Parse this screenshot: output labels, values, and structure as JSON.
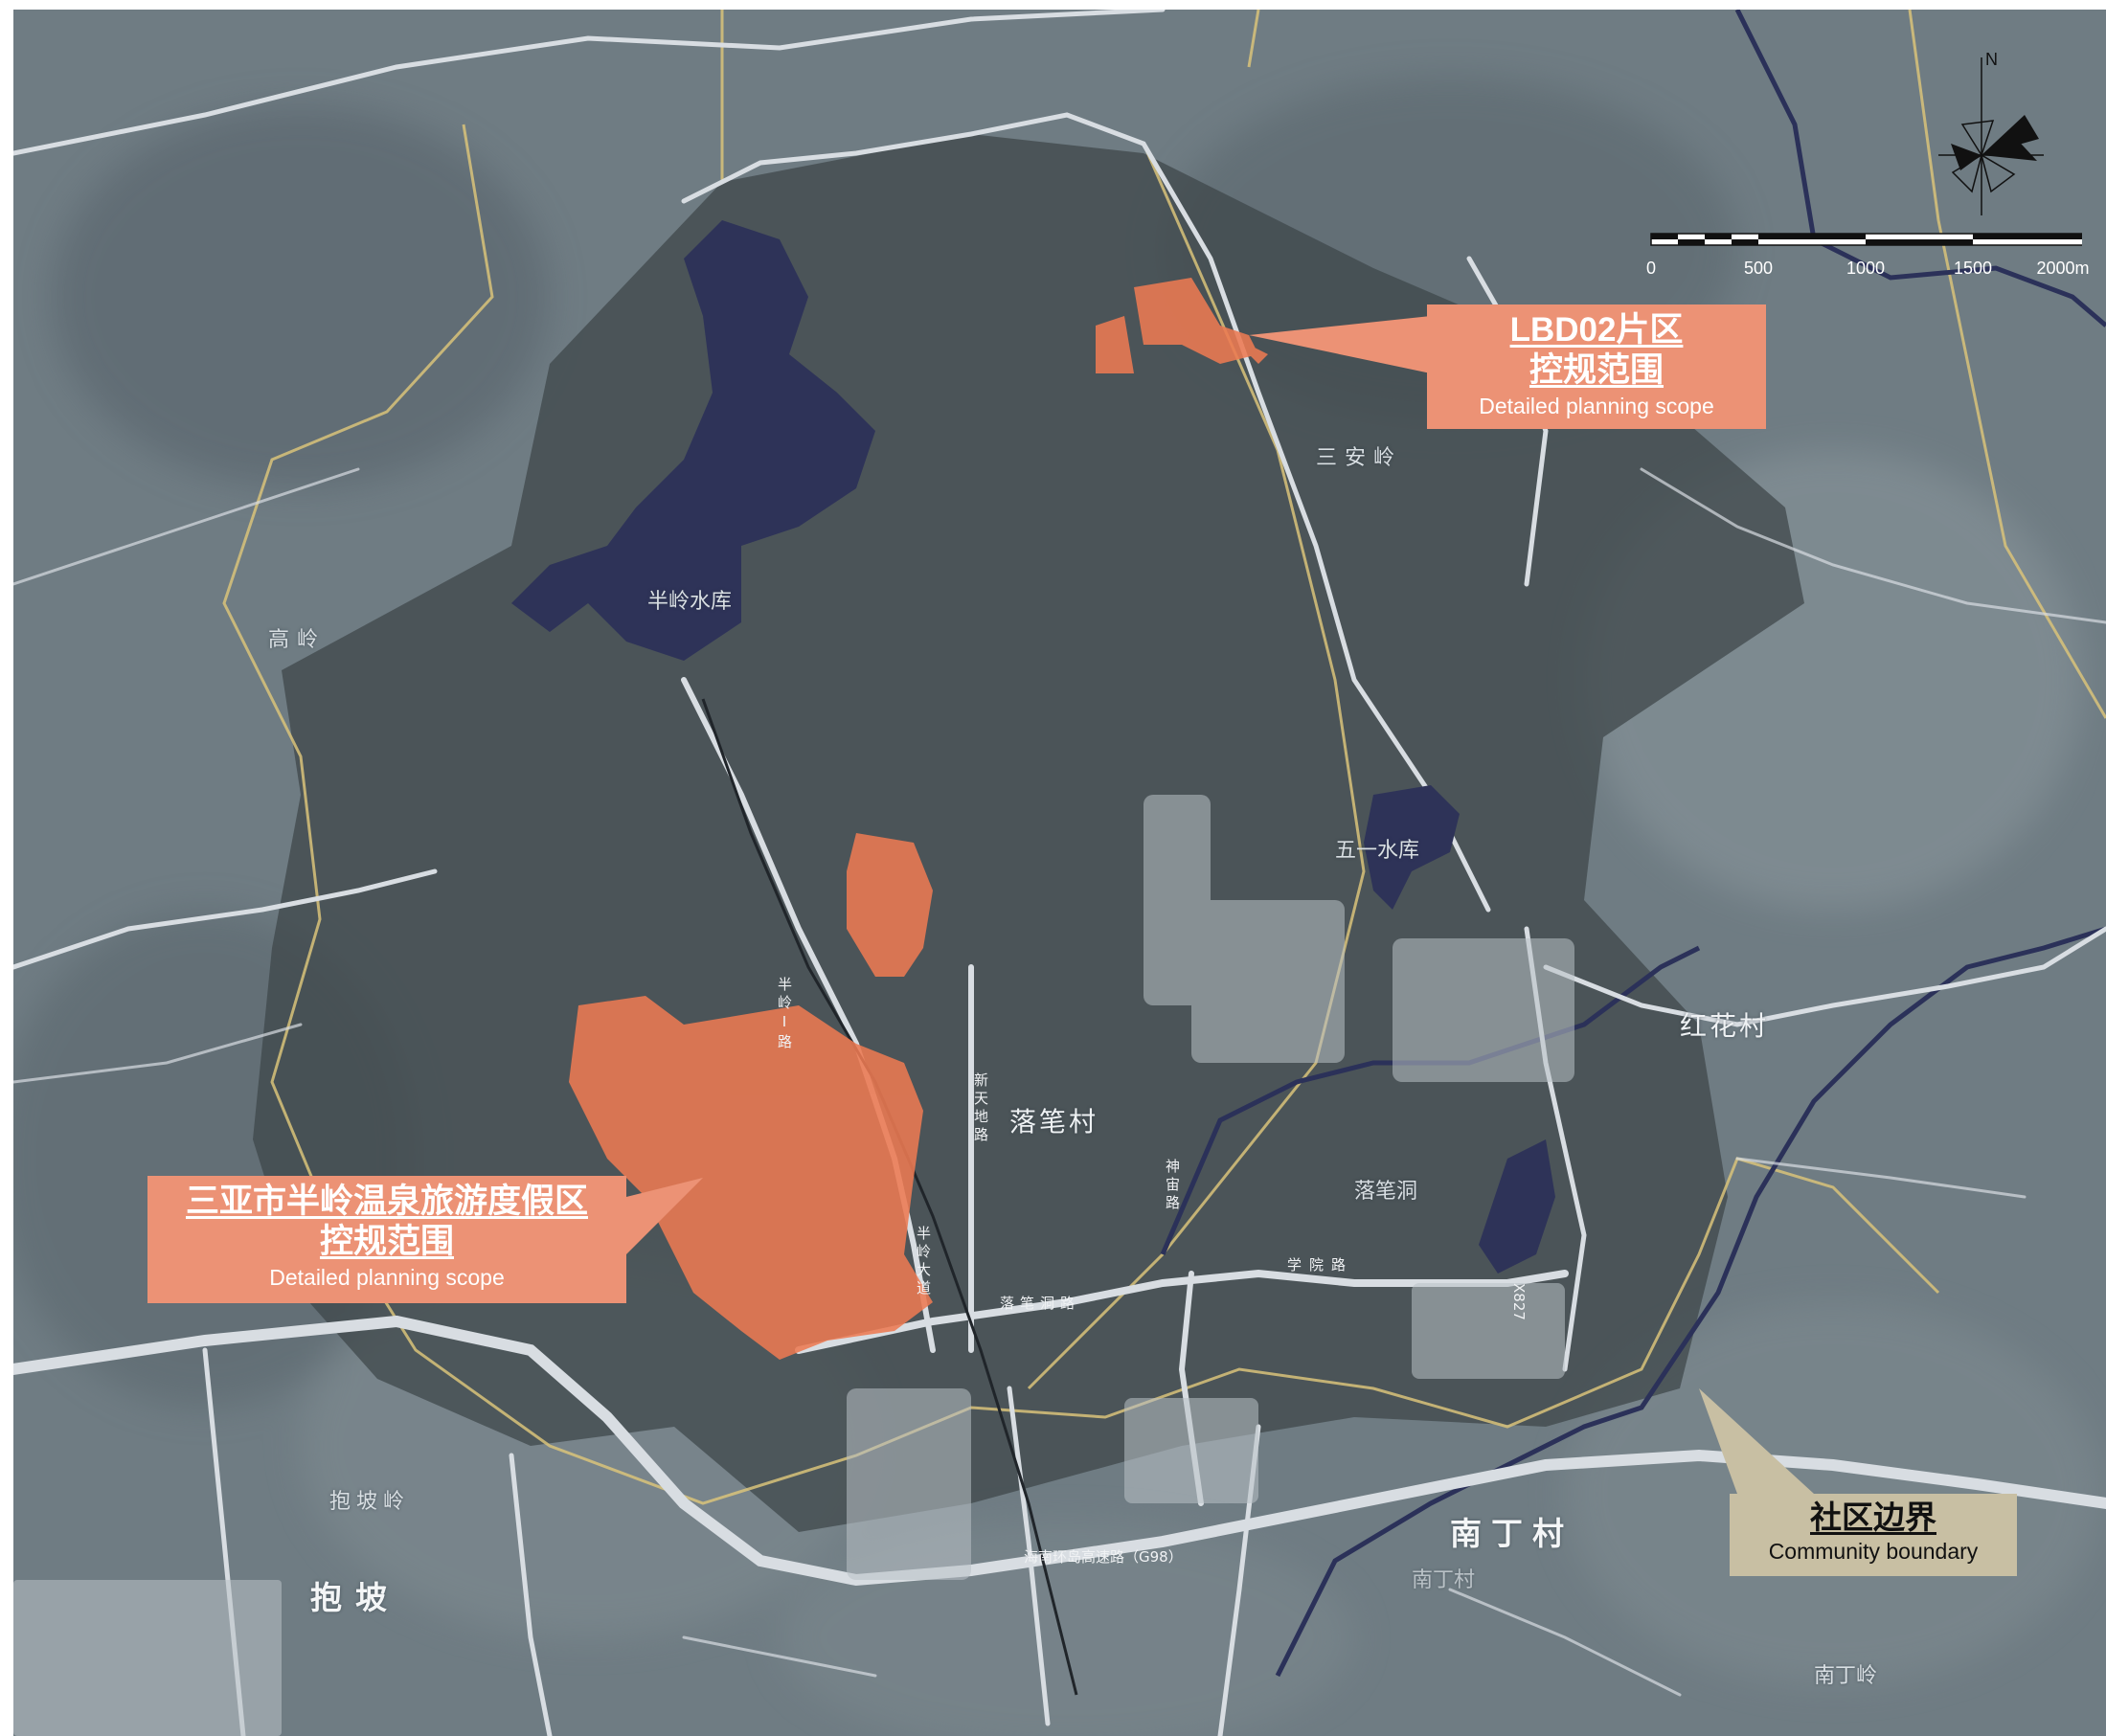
{
  "places": {
    "banling_reservoir": "半岭水库",
    "sananling": "三安岭",
    "gaoling": "高岭",
    "wuyi_reservoir": "五一水库",
    "luobi_village": "落笔村",
    "hongfa_village": "红花村",
    "luobi_cave": "落笔洞",
    "baopoling": "抱坡岭",
    "baopo": "抱坡",
    "nanding_village": "南丁村",
    "nanding_small": "南丁村",
    "nandingling": "南丁岭"
  },
  "roads": {
    "banling_1": "半岭Ⅰ路",
    "banling_avenue": "半岭大道",
    "xintian": "新天地路",
    "luobi_cave_road": "落笔洞路",
    "xueyuan": "学院路",
    "shenyu": "神宙路",
    "x827": "X827",
    "g98": "海南环岛高速路（G98）"
  },
  "callouts": {
    "lbd02": {
      "line1": "LBD02片区",
      "line2": "控规范围",
      "line3": "Detailed planning scope"
    },
    "resort": {
      "line1": "三亚市半岭温泉旅游度假区",
      "line2": "控规范围",
      "line3": "Detailed planning scope"
    },
    "community": {
      "line1": "社区边界",
      "line2": "Community boundary"
    }
  },
  "scale": {
    "ticks": [
      "0",
      "500",
      "1000",
      "1500",
      "2000m"
    ]
  },
  "north": {
    "label": "N"
  },
  "colors": {
    "planning_scope": "#ec7a52",
    "reservoir": "#2e3358",
    "community_area": "#3d4548",
    "community_boundary": "#d9c37a",
    "road": "#d8dde2",
    "callout_orange": "#ec9275",
    "callout_beige": "#c8bfa3"
  }
}
